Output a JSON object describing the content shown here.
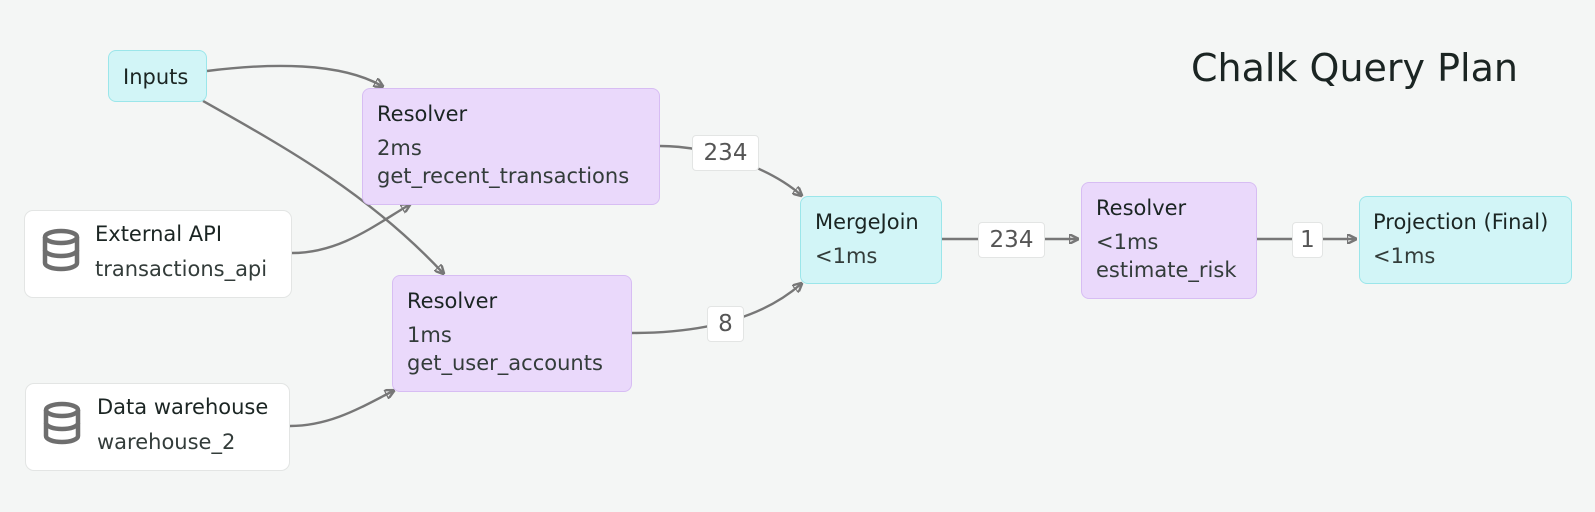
{
  "title": "Chalk Query Plan",
  "nodes": {
    "inputs": {
      "label": "Inputs"
    },
    "external_api": {
      "label": "External API",
      "detail": "transactions_api",
      "icon": "database-icon"
    },
    "data_warehouse": {
      "label": "Data warehouse",
      "detail": "warehouse_2",
      "icon": "database-icon"
    },
    "resolver_recent": {
      "label": "Resolver",
      "time": "2ms",
      "detail": "get_recent_transactions"
    },
    "resolver_accounts": {
      "label": "Resolver",
      "time": "1ms",
      "detail": "get_user_accounts"
    },
    "merge_join": {
      "label": "MergeJoin",
      "time": "<1ms"
    },
    "resolver_risk": {
      "label": "Resolver",
      "time": "<1ms",
      "detail": "estimate_risk"
    },
    "projection": {
      "label": "Projection (Final)",
      "time": "<1ms"
    }
  },
  "edge_labels": {
    "recent_to_merge": "234",
    "accounts_to_merge": "8",
    "merge_to_risk": "234",
    "risk_to_projection": "1"
  },
  "colors": {
    "background": "#f4f6f5",
    "operator_fill": "#d2f5f7",
    "resolver_fill": "#ead9fb",
    "source_fill": "#ffffff",
    "edge": "#777777"
  }
}
